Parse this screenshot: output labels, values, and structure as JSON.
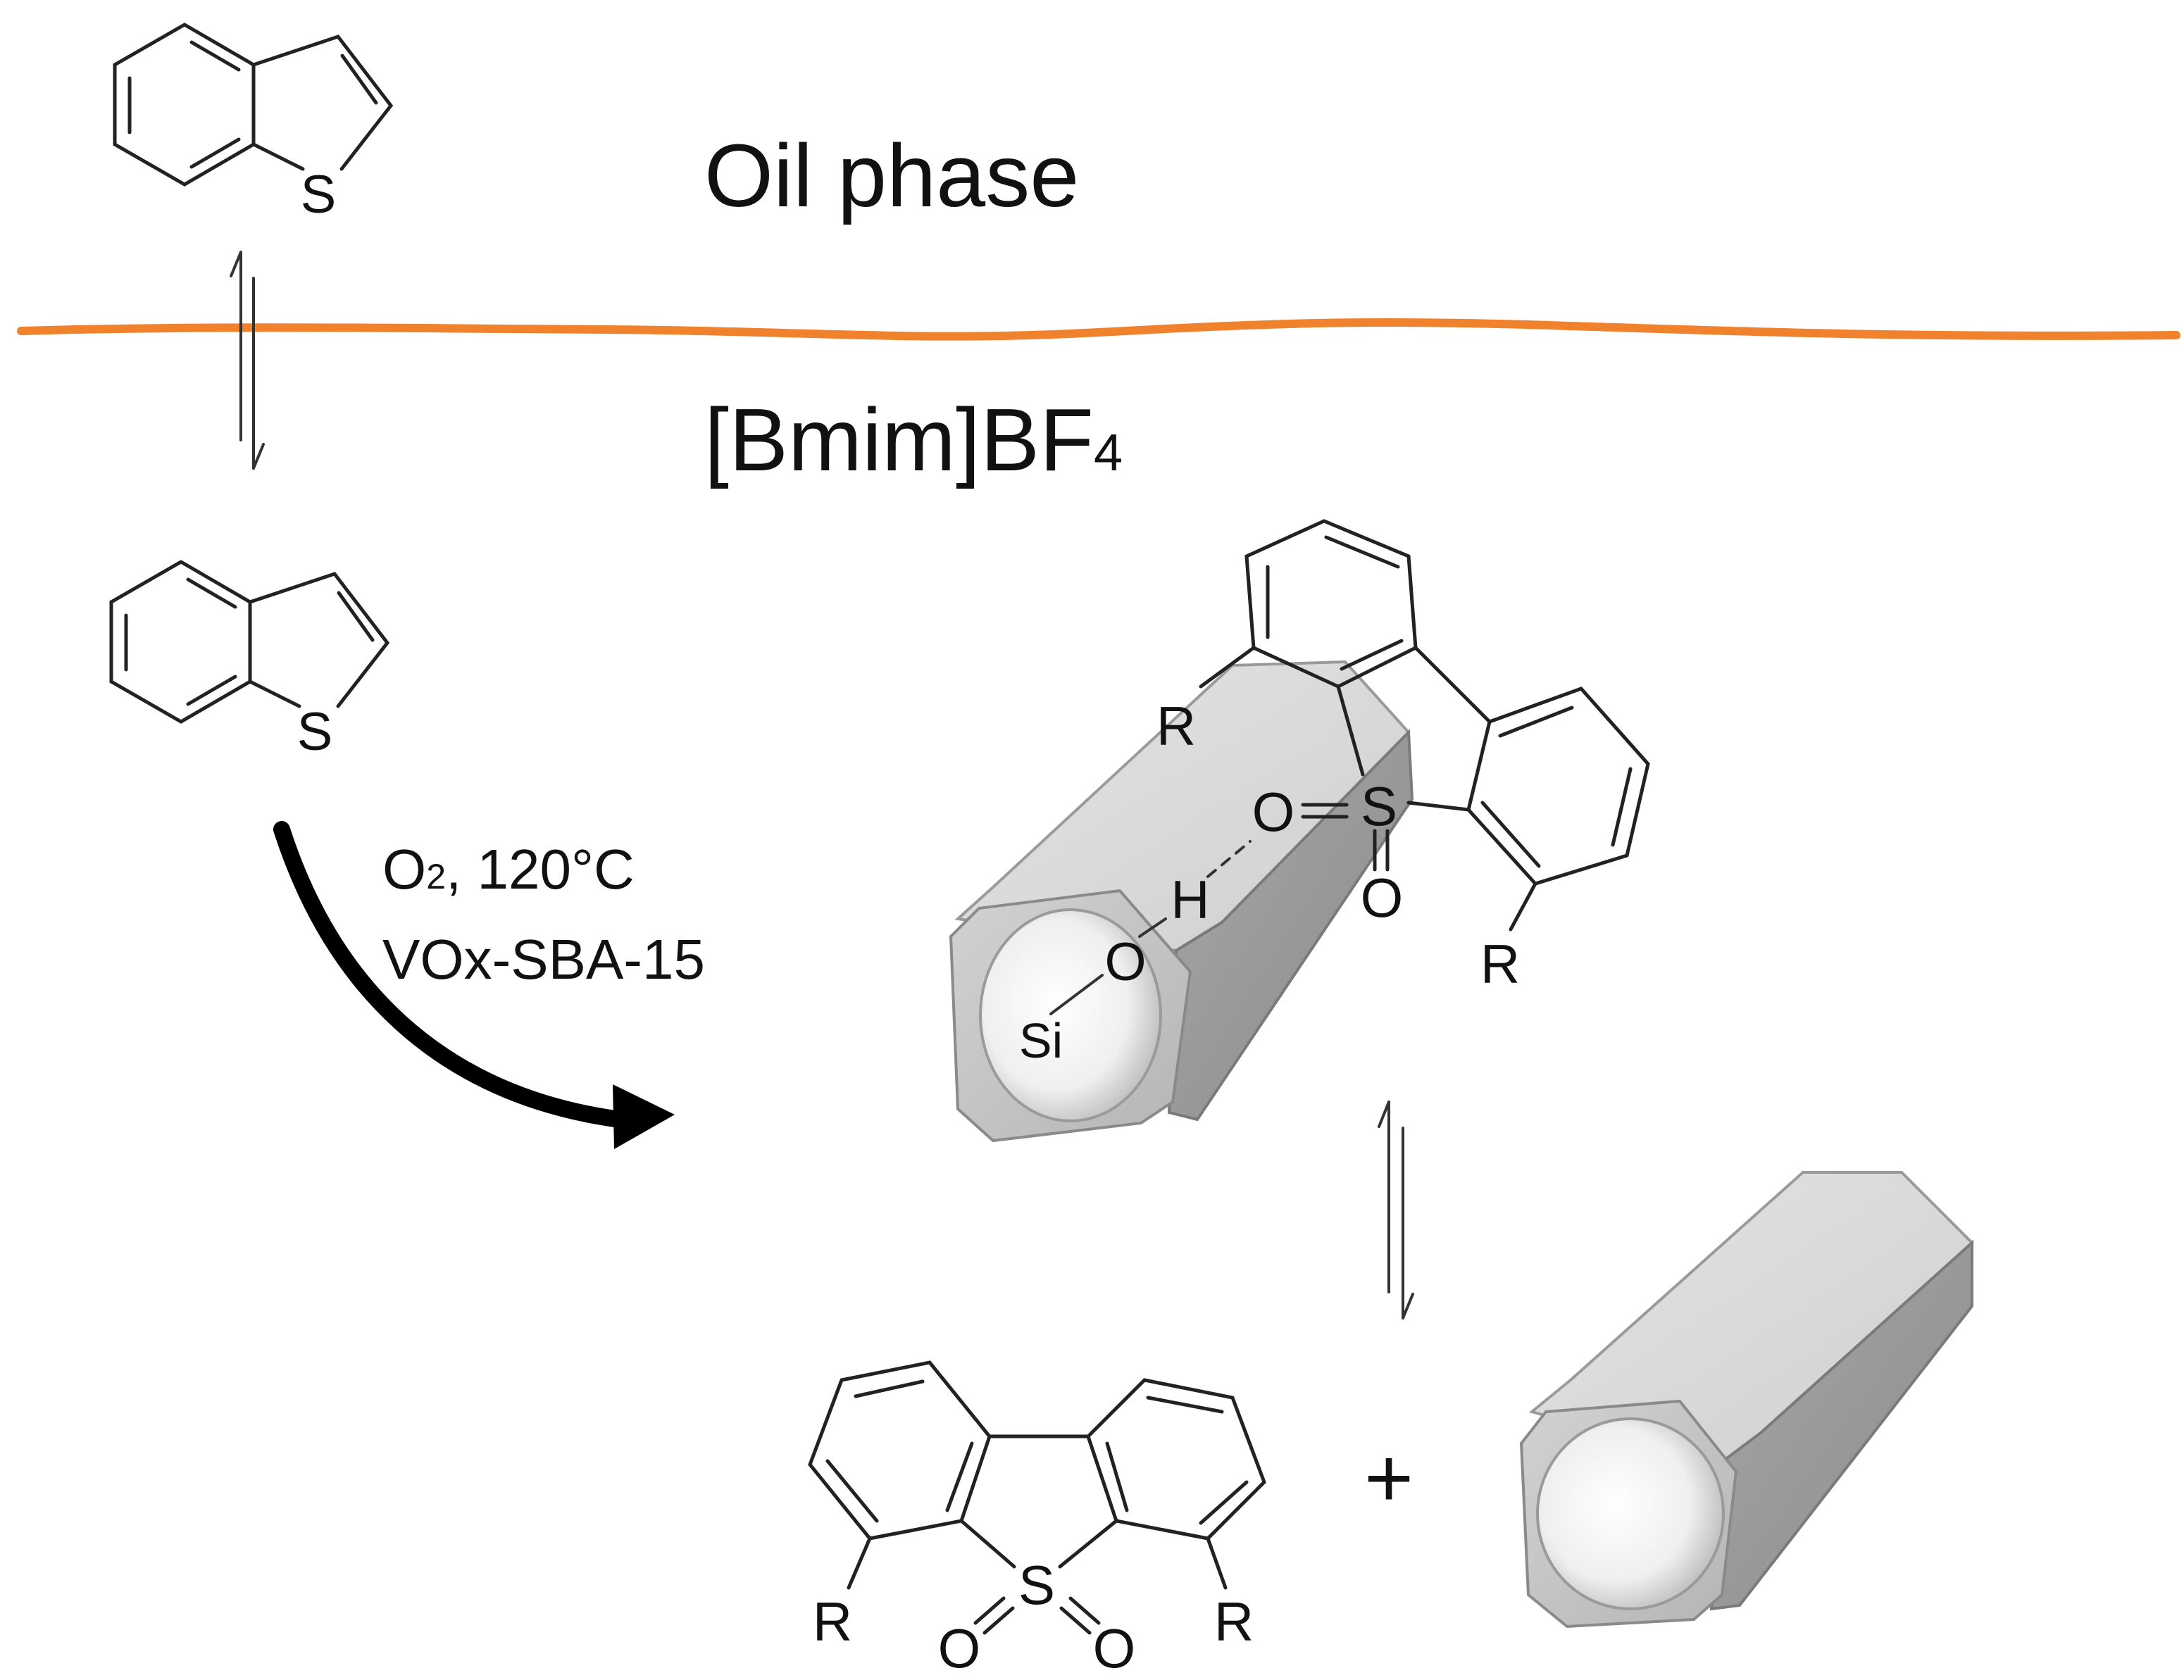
{
  "phases": {
    "oil": "Oil phase",
    "ionic_liquid_main": "[Bmim]BF",
    "ionic_liquid_sub": "4"
  },
  "conditions": {
    "line1_main": "O",
    "line1_sub": "2",
    "line1_rest": ", 120°C",
    "line2": "VOx-SBA-15"
  },
  "atoms": {
    "sulfur": "S",
    "oxygen": "O",
    "hydrogen": "H",
    "silicon": "Si",
    "r_group": "R"
  },
  "operators": {
    "plus": "+"
  },
  "colors": {
    "interface": "#f0822e",
    "support_light": "#d9d9d9",
    "support_mid": "#b8b8b8",
    "support_dark": "#8e8e8e",
    "bond": "#222222"
  }
}
